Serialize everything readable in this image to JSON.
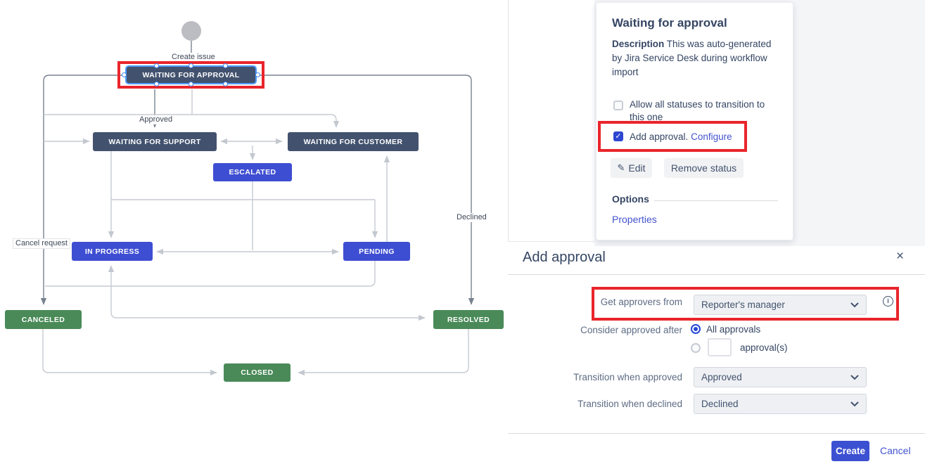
{
  "diagram": {
    "start_label": "Create issue",
    "nodes": [
      {
        "label": "WAITING FOR APPROVAL",
        "type": "navy",
        "selected": true,
        "highlighted": true
      },
      {
        "label": "WAITING FOR SUPPORT",
        "type": "navy"
      },
      {
        "label": "WAITING FOR CUSTOMER",
        "type": "navy"
      },
      {
        "label": "ESCALATED",
        "type": "indigo"
      },
      {
        "label": "IN PROGRESS",
        "type": "indigo"
      },
      {
        "label": "PENDING",
        "type": "indigo"
      },
      {
        "label": "CANCELED",
        "type": "green"
      },
      {
        "label": "RESOLVED",
        "type": "green"
      },
      {
        "label": "CLOSED",
        "type": "green"
      }
    ],
    "edges": {
      "approved": "Approved",
      "declined": "Declined",
      "cancel_request": "Cancel request"
    }
  },
  "status_panel": {
    "title": "Waiting for approval",
    "description_label": "Description",
    "description_text": " This was auto-generated by Jira Service Desk during workflow import",
    "checkbox_all_statuses": "Allow all statuses to transition to this one",
    "checkbox_add_approval": "Add approval.",
    "configure_link": "Configure",
    "checkmark": "✓",
    "edit_button": "Edit",
    "remove_button": "Remove status",
    "options_heading": "Options",
    "properties_link": "Properties"
  },
  "dialog": {
    "title": "Add approval",
    "close_glyph": "×",
    "get_approvers_label": "Get approvers from",
    "approvers_value": "Reporter's manager",
    "info_glyph": "i",
    "consider_label": "Consider approved after",
    "all_approvals_label": "All approvals",
    "approvals_count_value": "",
    "approvals_suffix": "approval(s)",
    "transition_approved_label": "Transition when approved",
    "transition_approved_value": "Approved",
    "transition_declined_label": "Transition when declined",
    "transition_declined_value": "Declined",
    "create_button": "Create",
    "cancel_button": "Cancel"
  },
  "colors": {
    "status_navy": "#42526E",
    "status_indigo": "#3E4ED2",
    "status_green": "#4A8A58",
    "annotation_red": "#E9252B",
    "selection_blue": "#4C9AFF",
    "link_indigo": "#4353CF",
    "primary_button": "#3C50D2",
    "canvas_gray": "#F4F5F7"
  }
}
